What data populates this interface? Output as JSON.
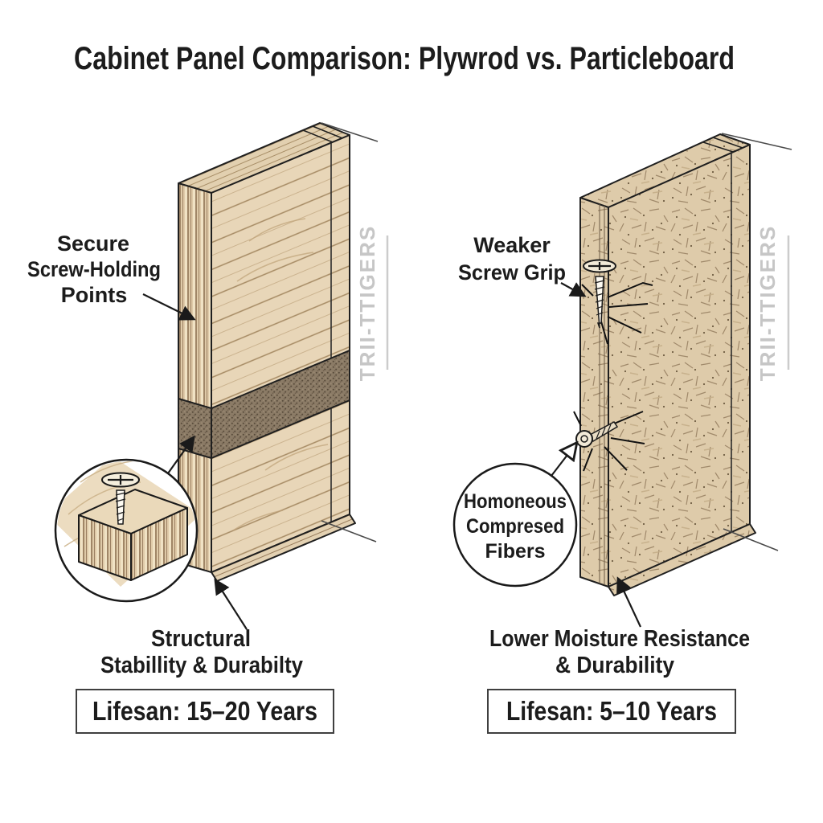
{
  "title": "Cabinet Panel Comparison: Plywrod vs. Particleboard",
  "watermark": "TRII-TTIGERS",
  "left_panel": {
    "material": "plywood",
    "screw_label": {
      "line1": "Secure",
      "line2": "Screw-Holding",
      "line3": "Points"
    },
    "bottom_label": {
      "line1": "Structural",
      "line2": "Stabillity & Durabilty"
    },
    "lifespan": "Lifesan: 15–20 Years"
  },
  "right_panel": {
    "material": "particleboard",
    "screw_label": {
      "line1": "Weaker",
      "line2": "Screw Grip"
    },
    "circle_label": {
      "line1": "Homoneous",
      "line2": "Compresed",
      "line3": "Fibers"
    },
    "bottom_label": {
      "line1": "Lower Moisture Resistance",
      "line2": "& Durability"
    },
    "lifespan": "Lifesan: 5–10 Years"
  },
  "icons": {
    "screw": "screw-icon",
    "cam_fastener": "cam-fastener-icon",
    "arrow": "arrow-icon"
  },
  "colors": {
    "background": "#ffffff",
    "text": "#1c1c1c",
    "watermark": "#c6c6c6",
    "plywood_face": "#e8d6b8",
    "plywood_edge": "#dfcaa8",
    "glue_band": "#8b7b66",
    "particleboard": "#decbaa",
    "particle_fleck": "#8b7355",
    "outline": "#1a1a1a",
    "box_border": "#3f3f3f"
  }
}
